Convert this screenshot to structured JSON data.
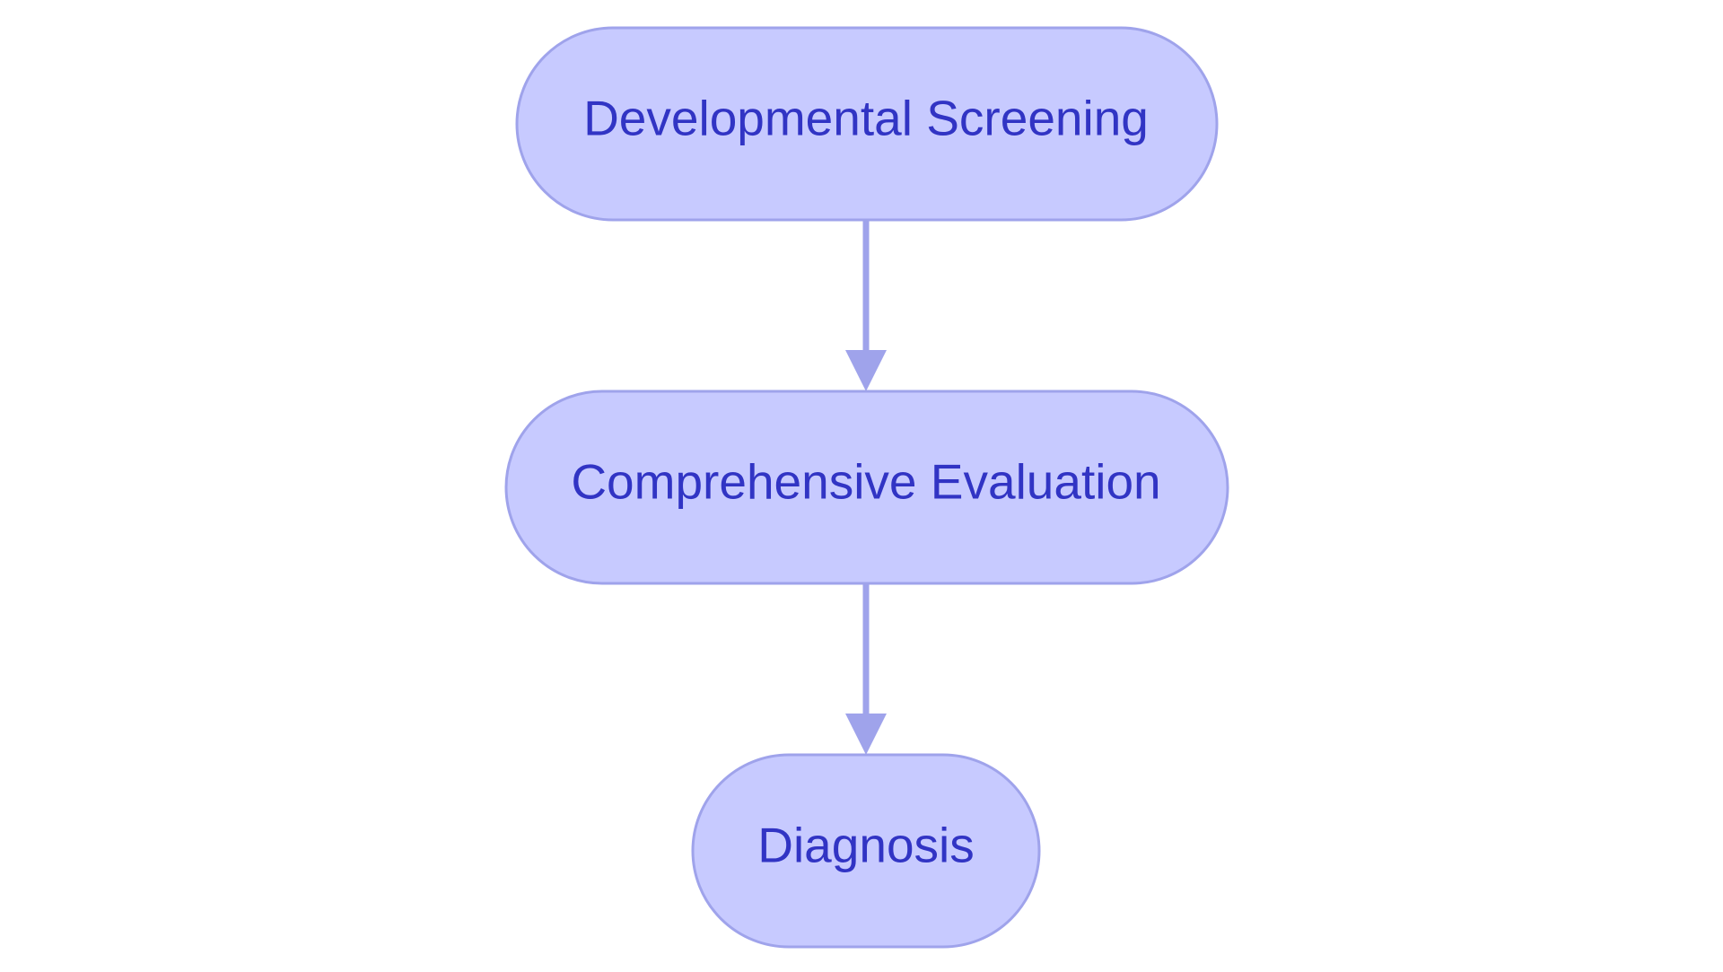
{
  "diagram": {
    "type": "flowchart",
    "direction": "top-to-bottom",
    "colors": {
      "node_fill": "#c7caff",
      "node_stroke": "#9fa3eb",
      "text": "#3134c4",
      "edge": "#9fa3eb",
      "background": "#ffffff"
    },
    "nodes": [
      {
        "id": "developmental-screening",
        "label": "Developmental Screening",
        "shape": "stadium"
      },
      {
        "id": "comprehensive-evaluation",
        "label": "Comprehensive Evaluation",
        "shape": "stadium"
      },
      {
        "id": "diagnosis",
        "label": "Diagnosis",
        "shape": "stadium"
      }
    ],
    "edges": [
      {
        "from": "developmental-screening",
        "to": "comprehensive-evaluation"
      },
      {
        "from": "comprehensive-evaluation",
        "to": "diagnosis"
      }
    ]
  }
}
